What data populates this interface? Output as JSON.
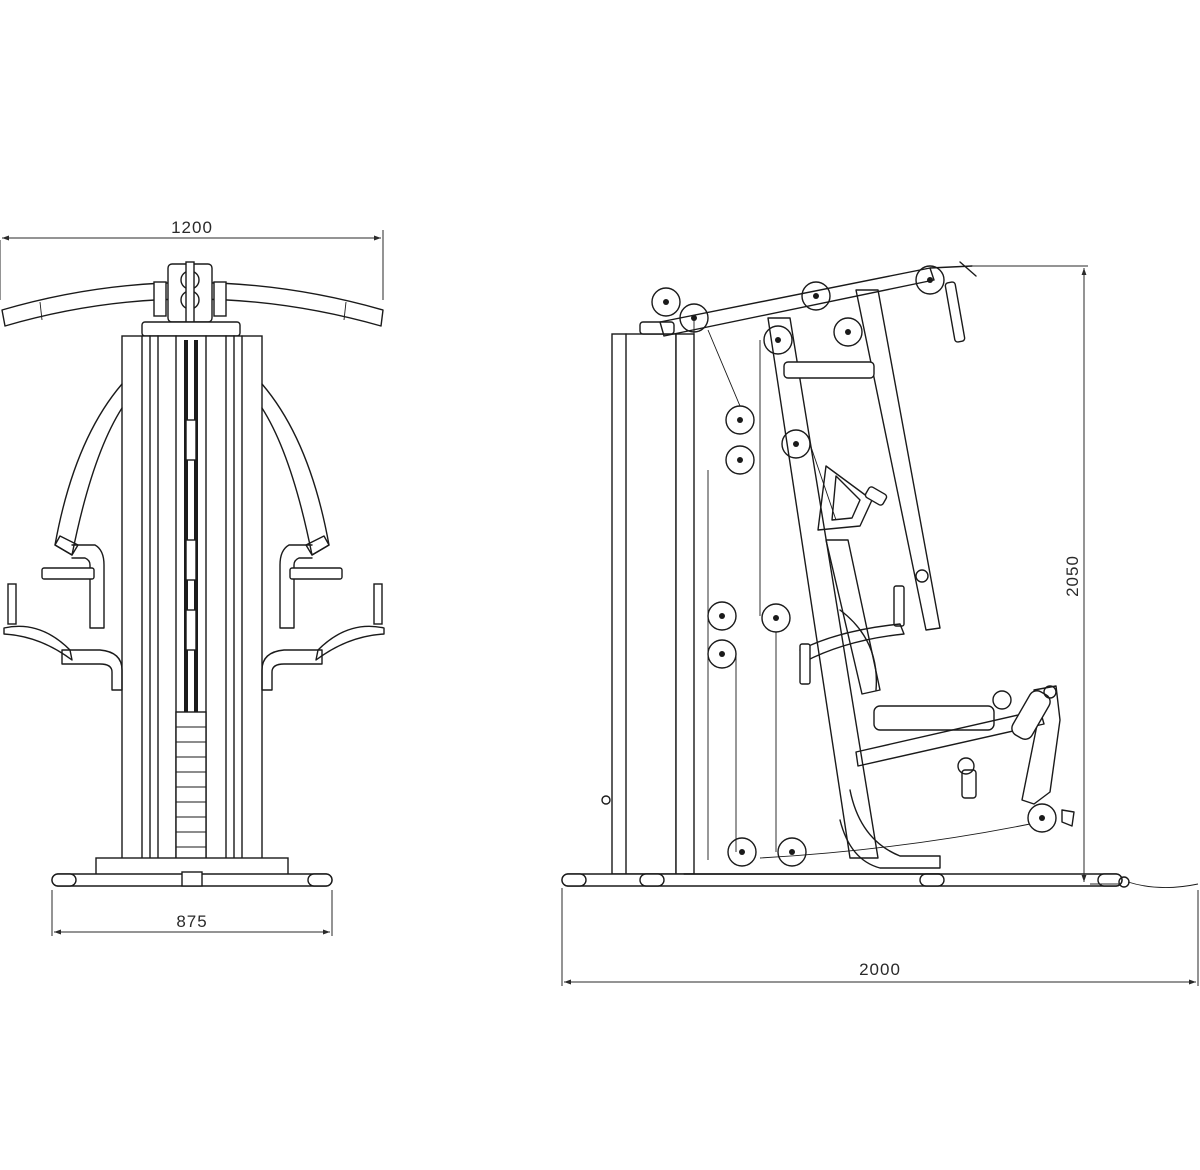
{
  "dimensions": {
    "front_width": "1200",
    "front_base_width": "875",
    "side_height": "2050",
    "side_length": "2000"
  }
}
